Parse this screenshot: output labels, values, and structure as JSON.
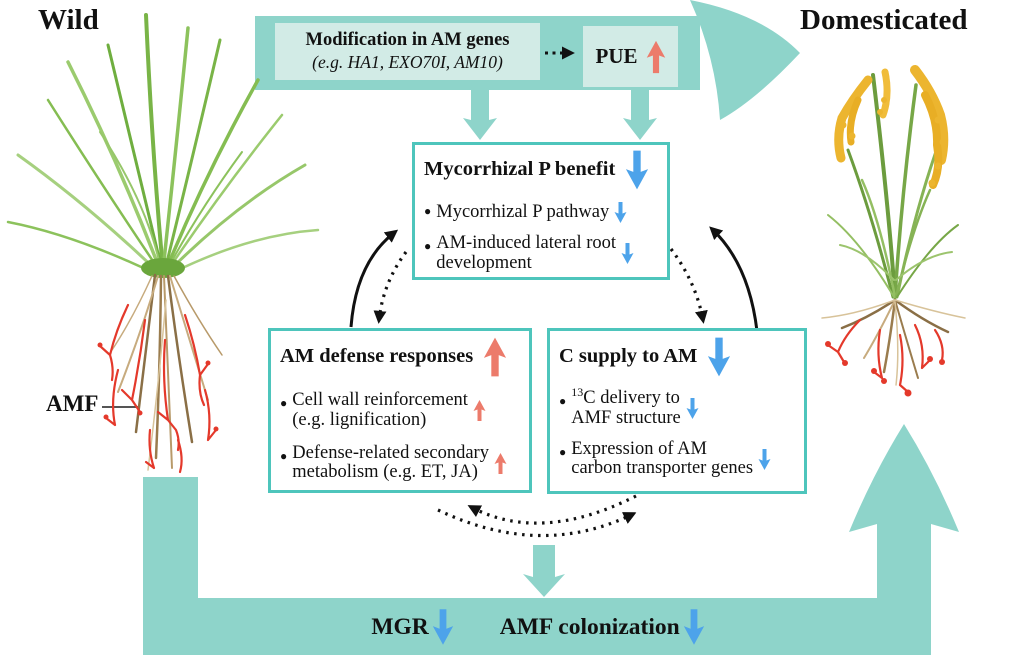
{
  "labels": {
    "wild": "Wild",
    "domesticated": "Domesticated",
    "amf": "AMF"
  },
  "top_flow": {
    "gene_box": {
      "title": "Modification in AM genes",
      "examples": "(e.g. HA1, EXO70I, AM10)"
    },
    "pue": {
      "label": "PUE",
      "trend": "up"
    }
  },
  "boxes": {
    "p_benefit": {
      "title": "Mycorrhizal P benefit",
      "trend": "down",
      "items": [
        {
          "text": "Mycorrhizal P pathway",
          "trend": "down"
        },
        {
          "text": "AM-induced lateral root\ndevelopment",
          "trend": "down"
        }
      ]
    },
    "defense": {
      "title": "AM defense responses",
      "trend": "up",
      "items": [
        {
          "text": "Cell wall reinforcement\n(e.g. lignification)",
          "trend": "up"
        },
        {
          "text": "Defense-related secondary\nmetabolism (e.g. ET, JA)",
          "trend": "up"
        }
      ]
    },
    "c_supply": {
      "title": "C supply to AM",
      "trend": "down",
      "items": [
        {
          "sup": "13",
          "text": "C delivery to\nAMF structure",
          "trend": "down"
        },
        {
          "text": "Expression of AM\ncarbon transporter genes",
          "trend": "down"
        }
      ]
    }
  },
  "bottom_bar": {
    "items": [
      {
        "label": "MGR",
        "trend": "down"
      },
      {
        "label": "AMF colonization",
        "trend": "down"
      }
    ]
  },
  "colors": {
    "teal": "#8ed4ca",
    "teal_light": "#d2ebe6",
    "box_border": "#4ec5bc",
    "up_red": "#ec7b6b",
    "down_blue": "#4da3ea"
  }
}
